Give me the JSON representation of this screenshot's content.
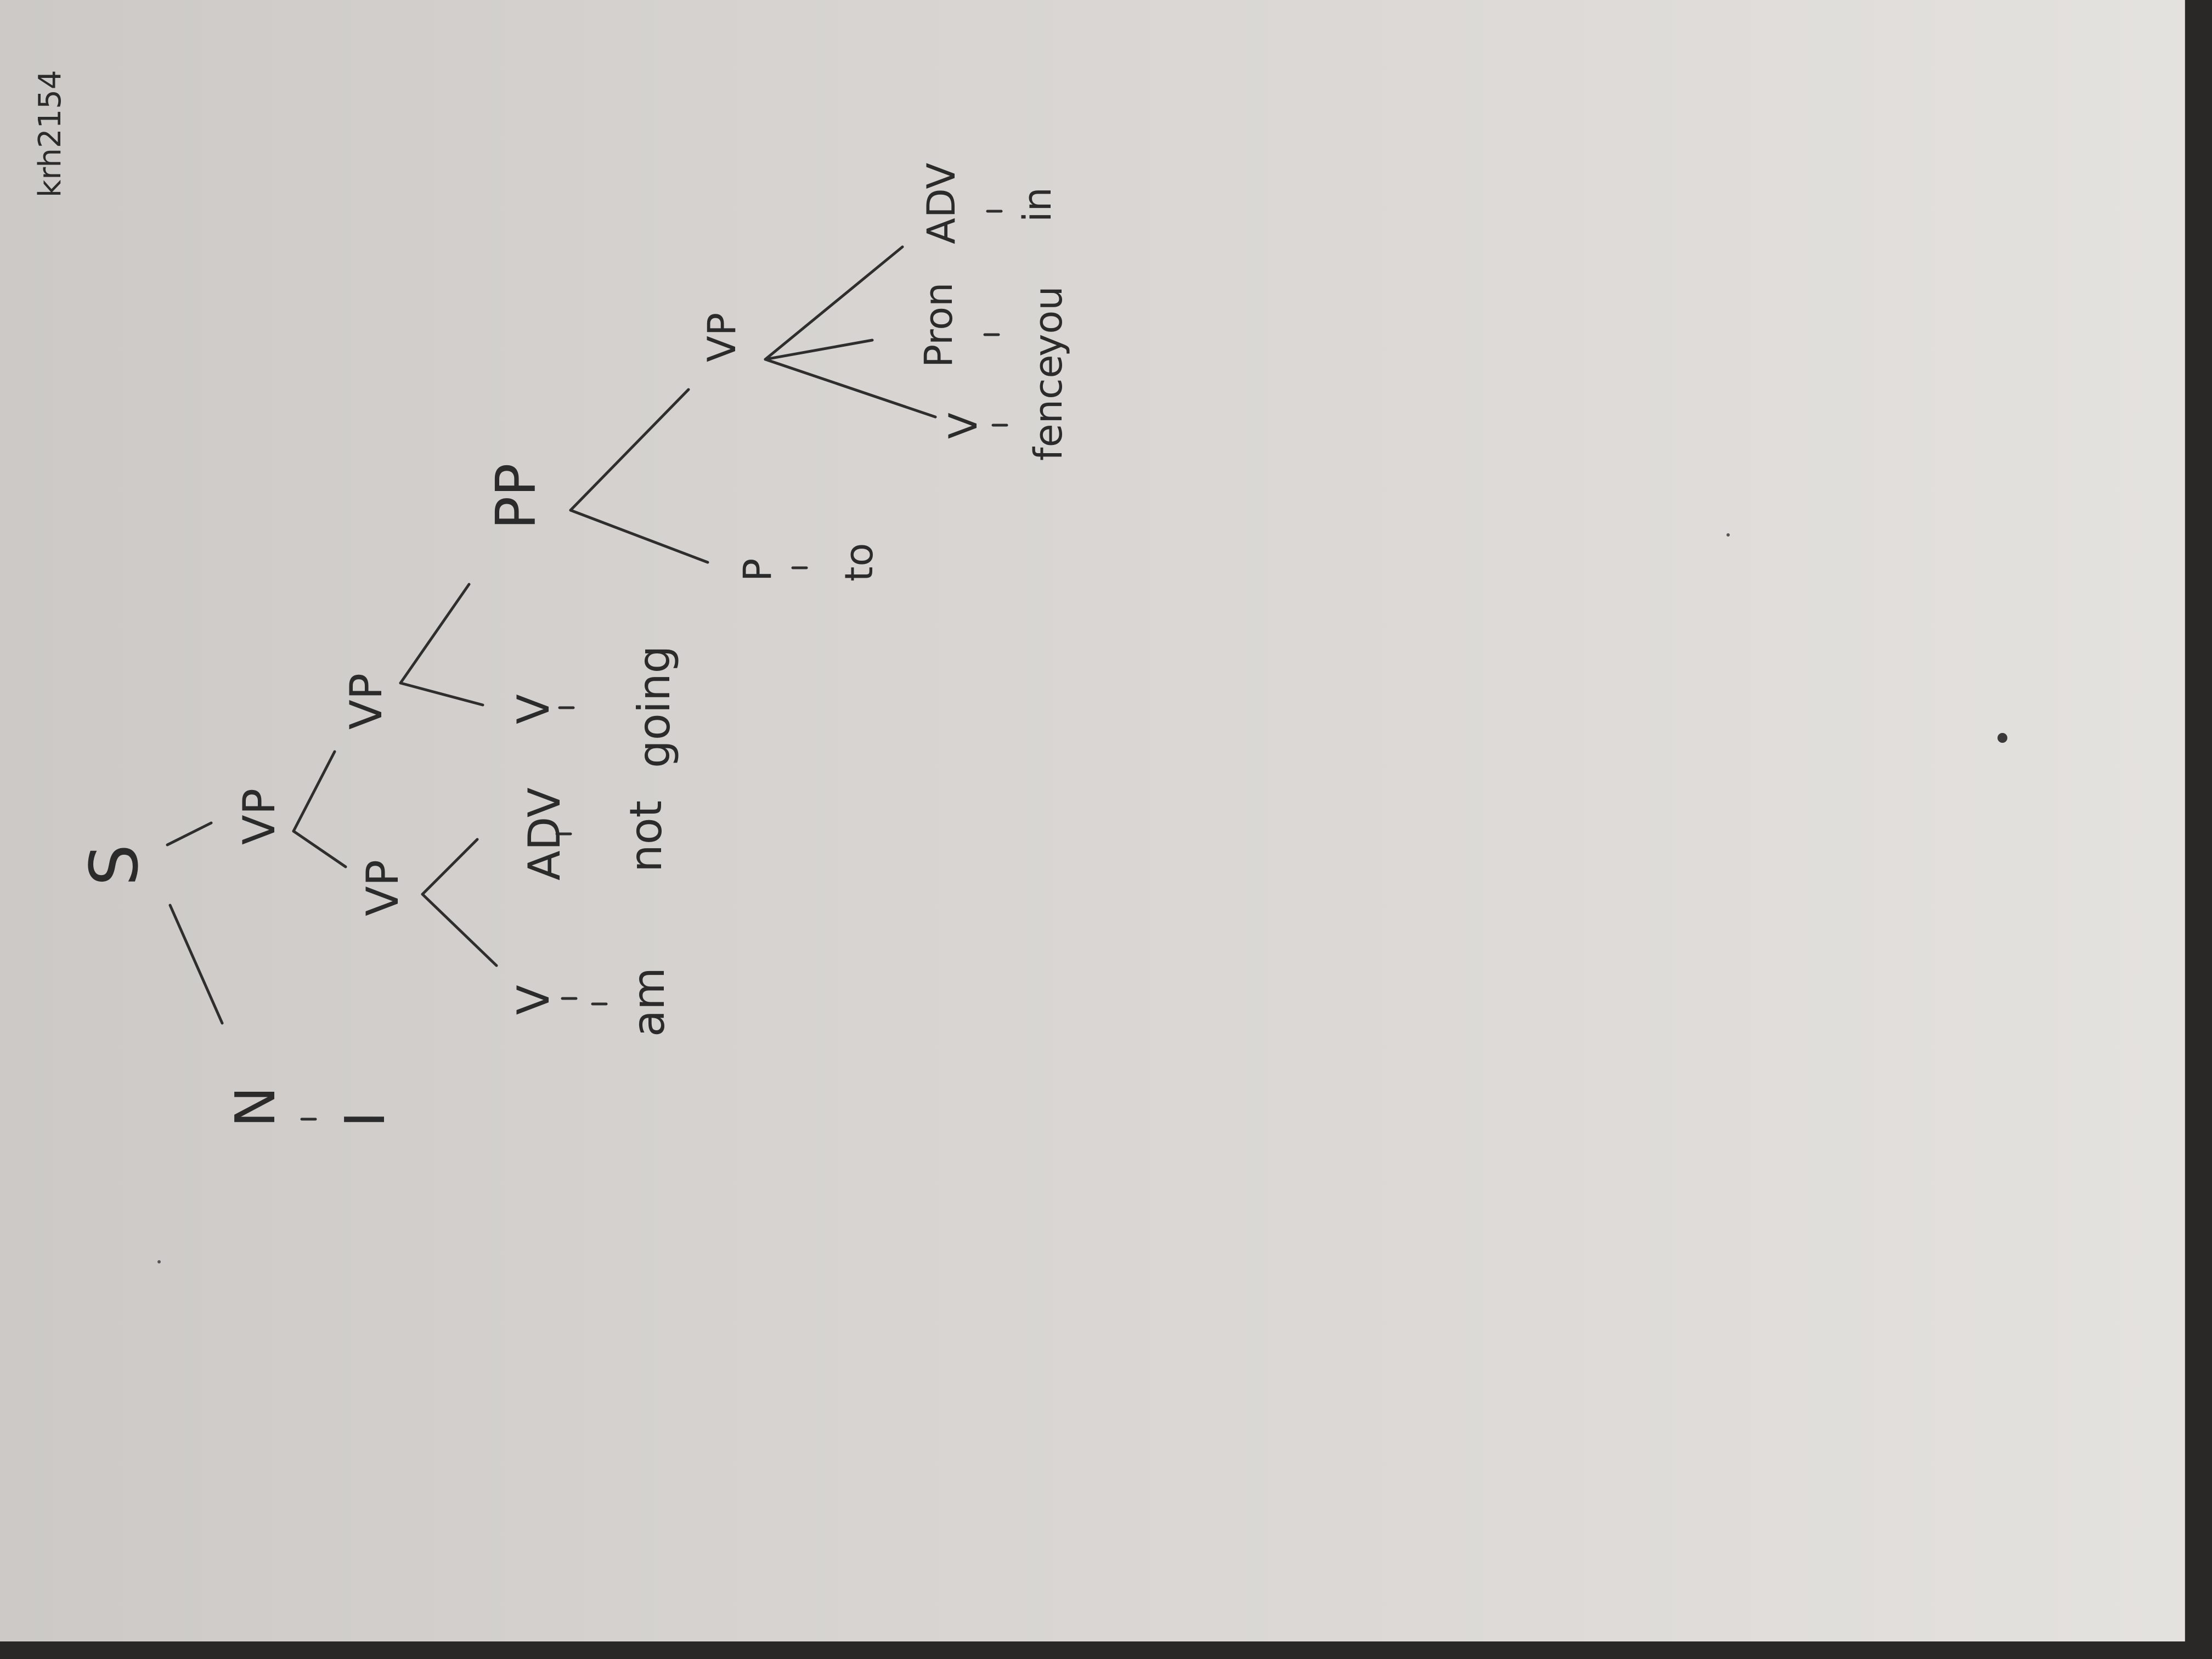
{
  "header": {
    "id_tag": "krh2154"
  },
  "tree": {
    "nodes": {
      "S": "S",
      "N": "N",
      "I": "I",
      "VP_top": "VP",
      "VP_mid": "VP",
      "V_am": "V",
      "am": "am",
      "VP_right": "VP",
      "ADV_not": "ADV",
      "not": "not",
      "V_going": "V",
      "going": "going",
      "PP": "PP",
      "P": "P",
      "to": "to",
      "VP_low": "VP",
      "V_fence": "V",
      "fence": "fence",
      "Pron": "Pron",
      "you": "you",
      "ADV_in": "ADV",
      "in": "in"
    }
  }
}
